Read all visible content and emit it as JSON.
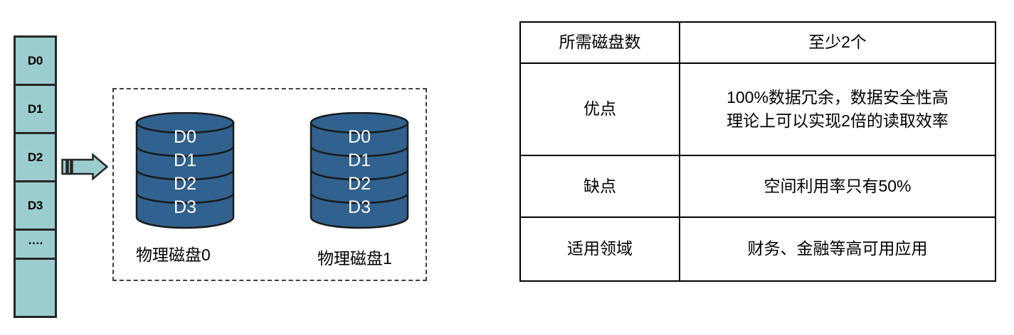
{
  "diagram": {
    "title_semantic": "RAID 1 mirroring diagram",
    "colors": {
      "block_fill": "#9BCDCE",
      "block_stroke": "#262626",
      "disk_fill": "#31618F",
      "disk_stroke": "#1A1A1A",
      "disk_text": "#FFFFFF",
      "dashed_border": "#3F3F3F",
      "table_border": "#000000"
    },
    "logical_blocks": [
      {
        "label": "D0",
        "kind": "data"
      },
      {
        "label": "D1",
        "kind": "data"
      },
      {
        "label": "D2",
        "kind": "data"
      },
      {
        "label": "D3",
        "kind": "data"
      },
      {
        "label": "….",
        "kind": "ellipsis"
      },
      {
        "label": "",
        "kind": "empty"
      }
    ],
    "arrow": {
      "name": "mirror-arrow",
      "direction": "right"
    },
    "disks": [
      {
        "caption": "物理磁盘0",
        "platters": [
          "D0",
          "D1",
          "D2",
          "D3"
        ]
      },
      {
        "caption": "物理磁盘1",
        "platters": [
          "D0",
          "D1",
          "D2",
          "D3"
        ]
      }
    ]
  },
  "spec_table": {
    "rows": [
      {
        "label": "所需磁盘数",
        "value_lines": [
          "至少2个"
        ]
      },
      {
        "label": "优点",
        "value_lines": [
          "100%数据冗余，数据安全性高",
          "理论上可以实现2倍的读取效率"
        ]
      },
      {
        "label": "缺点",
        "value_lines": [
          "空间利用率只有50%"
        ]
      },
      {
        "label": "适用领域",
        "value_lines": [
          "财务、金融等高可用应用"
        ]
      }
    ]
  }
}
